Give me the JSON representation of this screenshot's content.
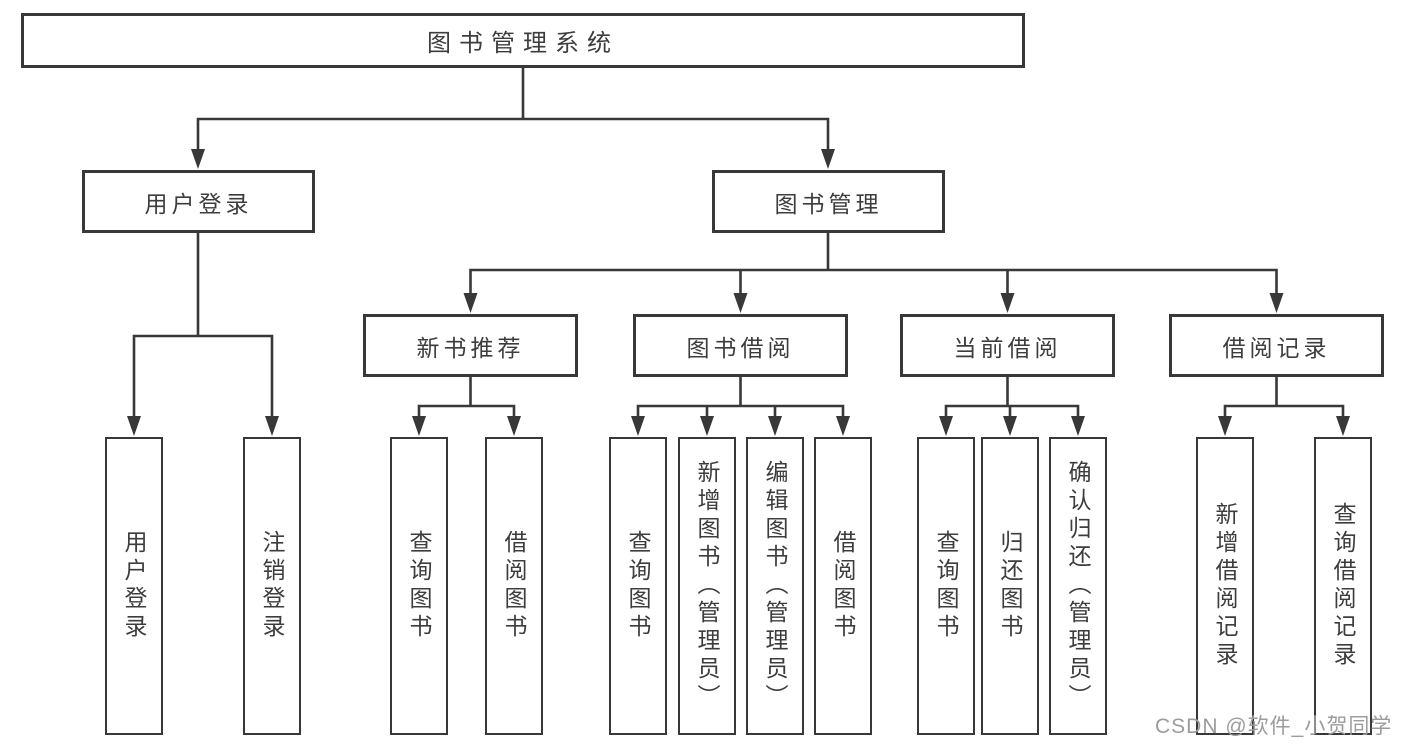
{
  "tree": {
    "label": "图书管理系统",
    "children": [
      {
        "label": "用户登录",
        "children": [
          {
            "label": "用户登录"
          },
          {
            "label": "注销登录"
          }
        ]
      },
      {
        "label": "图书管理",
        "children": [
          {
            "label": "新书推荐",
            "children": [
              {
                "label": "查询图书"
              },
              {
                "label": "借阅图书"
              }
            ]
          },
          {
            "label": "图书借阅",
            "children": [
              {
                "label": "查询图书"
              },
              {
                "label": "新增图书（管理员）"
              },
              {
                "label": "编辑图书（管理员）"
              },
              {
                "label": "借阅图书"
              }
            ]
          },
          {
            "label": "当前借阅",
            "children": [
              {
                "label": "查询图书"
              },
              {
                "label": "归还图书"
              },
              {
                "label": "确认归还（管理员）"
              }
            ]
          },
          {
            "label": "借阅记录",
            "children": [
              {
                "label": "新增借阅记录"
              },
              {
                "label": "查询借阅记录"
              }
            ]
          }
        ]
      }
    ]
  },
  "watermark": "CSDN @软件_小贺同学",
  "colors": {
    "line": "#383838",
    "box_border": "#383838",
    "box_fill": "#ffffff",
    "text": "#3d3d3d",
    "watermark_text": "#9c9c9c",
    "background": "#ffffff"
  }
}
